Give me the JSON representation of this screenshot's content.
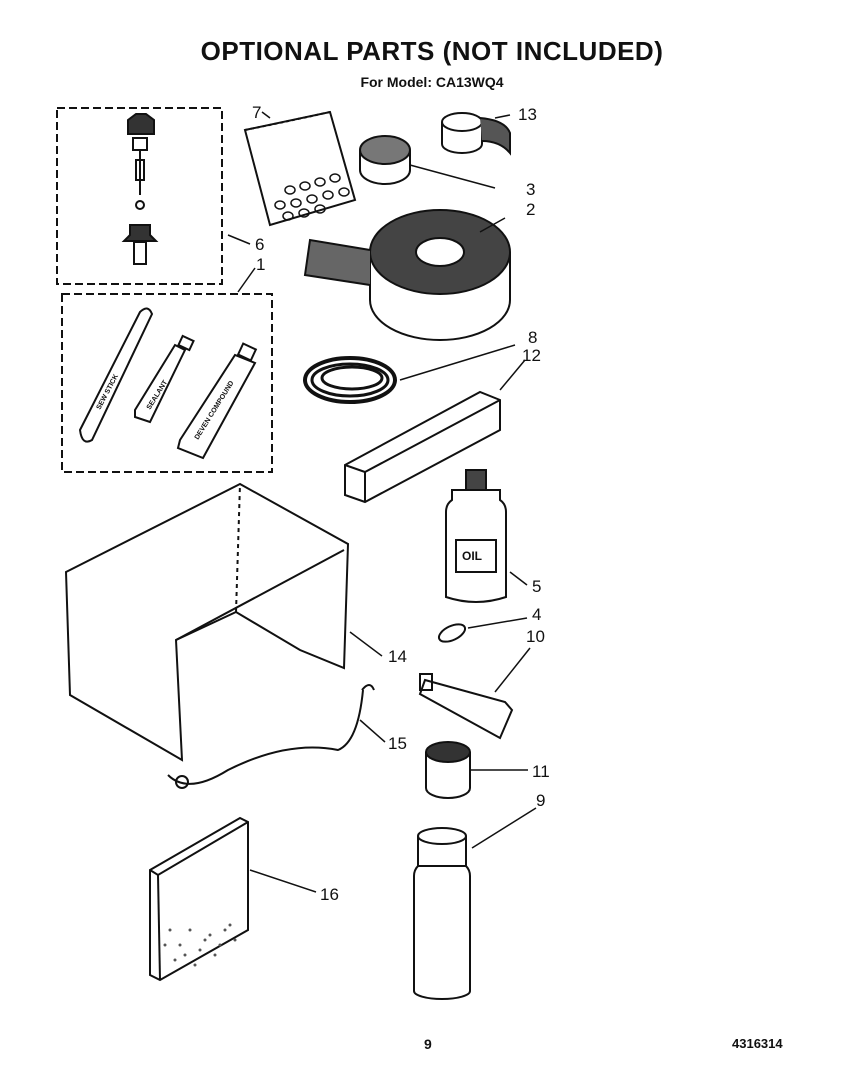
{
  "header": {
    "title": "OPTIONAL PARTS (NOT INCLUDED)",
    "subtitle": "For Model: CA13WQ4"
  },
  "callouts": {
    "c1": "1",
    "c2": "2",
    "c3": "3",
    "c4": "4",
    "c5": "5",
    "c6": "6",
    "c7": "7",
    "c8": "8",
    "c9": "9",
    "c10": "10",
    "c11": "11",
    "c12": "12",
    "c13": "13",
    "c14": "14",
    "c15": "15",
    "c16": "16"
  },
  "labels": {
    "oil": "OIL",
    "stick": "SEW STICK",
    "tube1": "SEALANT",
    "tube2": "DEVEN COMPOUND"
  },
  "footer": {
    "page": "9",
    "code": "4316314"
  }
}
